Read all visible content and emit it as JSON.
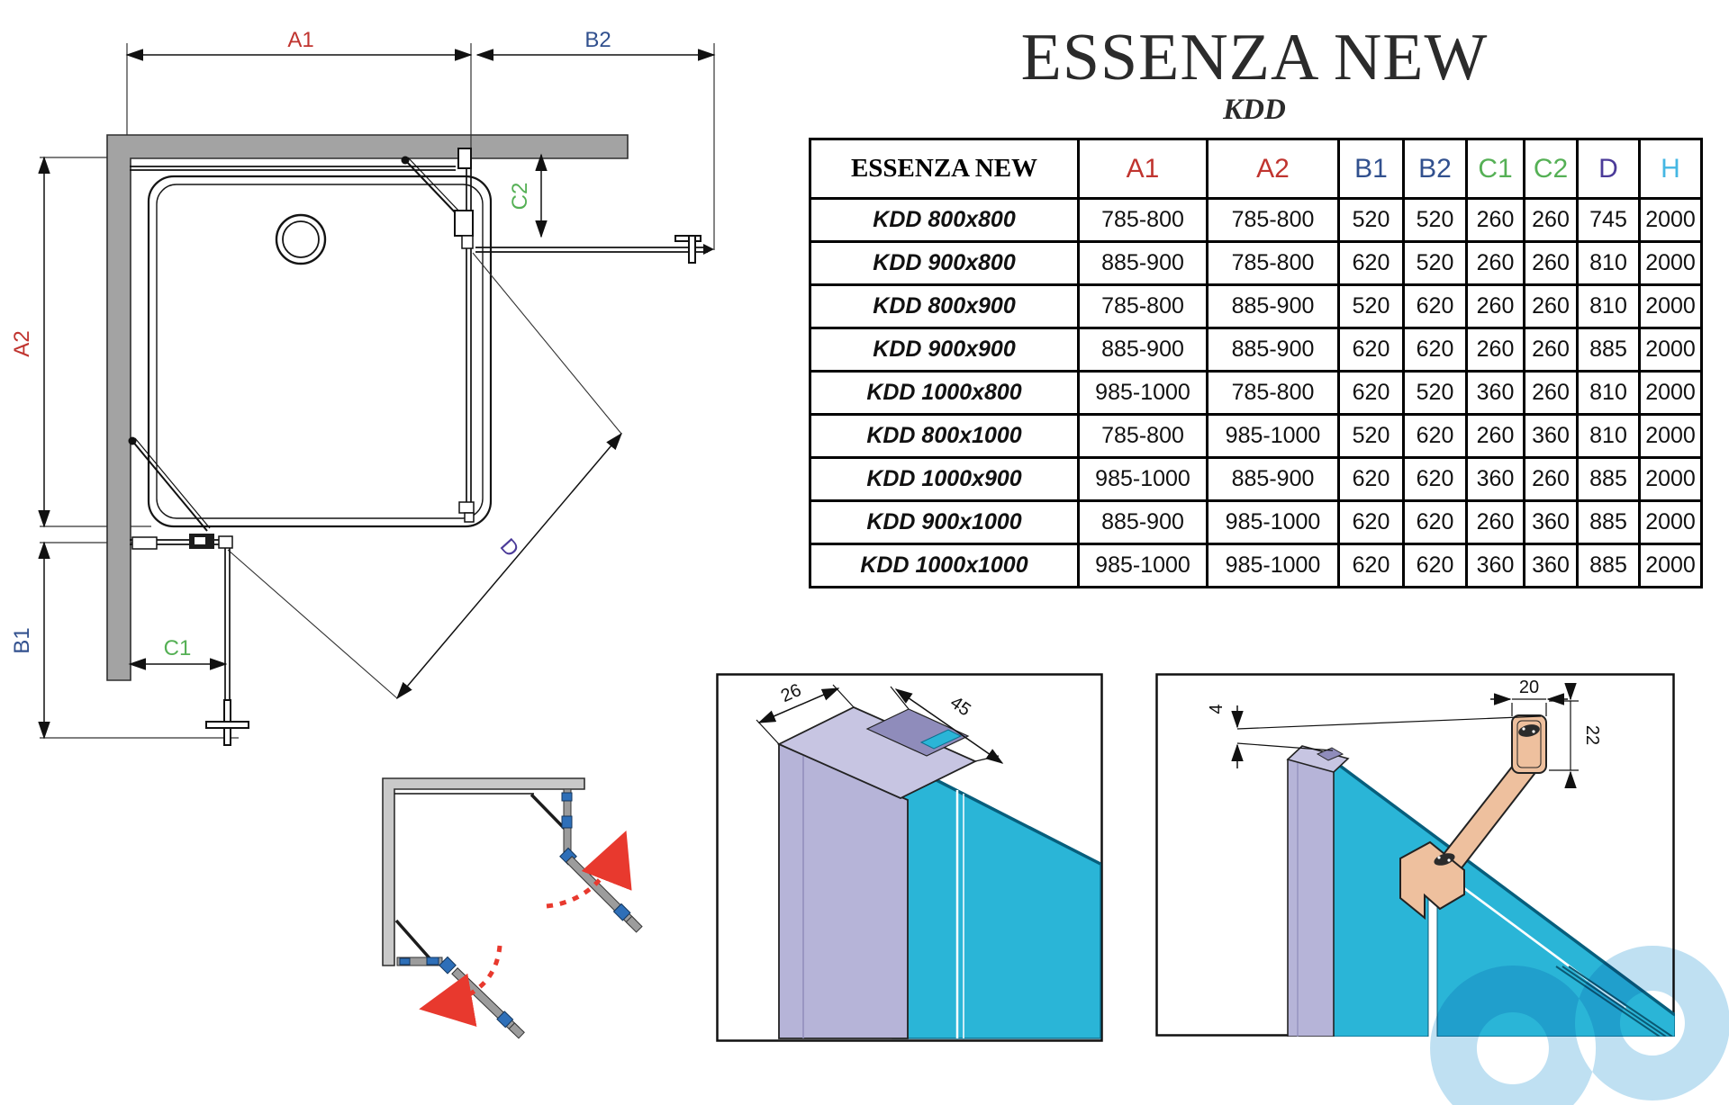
{
  "title": "ESSENZA NEW",
  "subtitle": "KDD",
  "diagram": {
    "dim_labels": {
      "a1": "A1",
      "a2": "A2",
      "b1": "B1",
      "b2": "B2",
      "c1": "C1",
      "c2": "C2",
      "d": "D"
    }
  },
  "colors": {
    "red": "#c0342f",
    "navy": "#31508e",
    "green": "#55b055",
    "purple": "#4b3b99",
    "cyan": "#45b7e3",
    "wall_gray": "#a3a3a3",
    "glass_cyan": "#2ab5d7",
    "profile_lavender": "#b6b4d8",
    "copper": "#eec09e",
    "swing_arrow_red": "#e8392e",
    "hinge_blue": "#2e6fb8",
    "watermark_blue": "#bfe0f2"
  },
  "table": {
    "header": [
      "ESSENZA NEW",
      "A1",
      "A2",
      "B1",
      "B2",
      "C1",
      "C2",
      "D",
      "H"
    ],
    "header_colors": [
      "#000000",
      "#c0342f",
      "#c0342f",
      "#31508e",
      "#31508e",
      "#55b055",
      "#55b055",
      "#4b3b99",
      "#45b7e3"
    ],
    "rows": [
      {
        "name": "KDD 800x800",
        "values": [
          "785-800",
          "785-800",
          "520",
          "520",
          "260",
          "260",
          "745",
          "2000"
        ]
      },
      {
        "name": "KDD 900x800",
        "values": [
          "885-900",
          "785-800",
          "620",
          "520",
          "260",
          "260",
          "810",
          "2000"
        ]
      },
      {
        "name": "KDD 800x900",
        "values": [
          "785-800",
          "885-900",
          "520",
          "620",
          "260",
          "260",
          "810",
          "2000"
        ]
      },
      {
        "name": "KDD 900x900",
        "values": [
          "885-900",
          "885-900",
          "620",
          "620",
          "260",
          "260",
          "885",
          "2000"
        ]
      },
      {
        "name": "KDD 1000x800",
        "values": [
          "985-1000",
          "785-800",
          "620",
          "520",
          "360",
          "260",
          "810",
          "2000"
        ]
      },
      {
        "name": "KDD 800x1000",
        "values": [
          "785-800",
          "985-1000",
          "520",
          "620",
          "260",
          "360",
          "810",
          "2000"
        ]
      },
      {
        "name": "KDD 1000x900",
        "values": [
          "985-1000",
          "885-900",
          "620",
          "620",
          "360",
          "260",
          "885",
          "2000"
        ]
      },
      {
        "name": "KDD 900x1000",
        "values": [
          "885-900",
          "985-1000",
          "620",
          "620",
          "260",
          "360",
          "885",
          "2000"
        ]
      },
      {
        "name": "KDD 1000x1000",
        "values": [
          "985-1000",
          "985-1000",
          "620",
          "620",
          "360",
          "360",
          "885",
          "2000"
        ]
      }
    ]
  },
  "detail_profile": {
    "width_label": "26",
    "depth_label": "45"
  },
  "detail_bracket": {
    "gap_label": "4",
    "plate_width_label": "20",
    "plate_height_label": "22"
  }
}
